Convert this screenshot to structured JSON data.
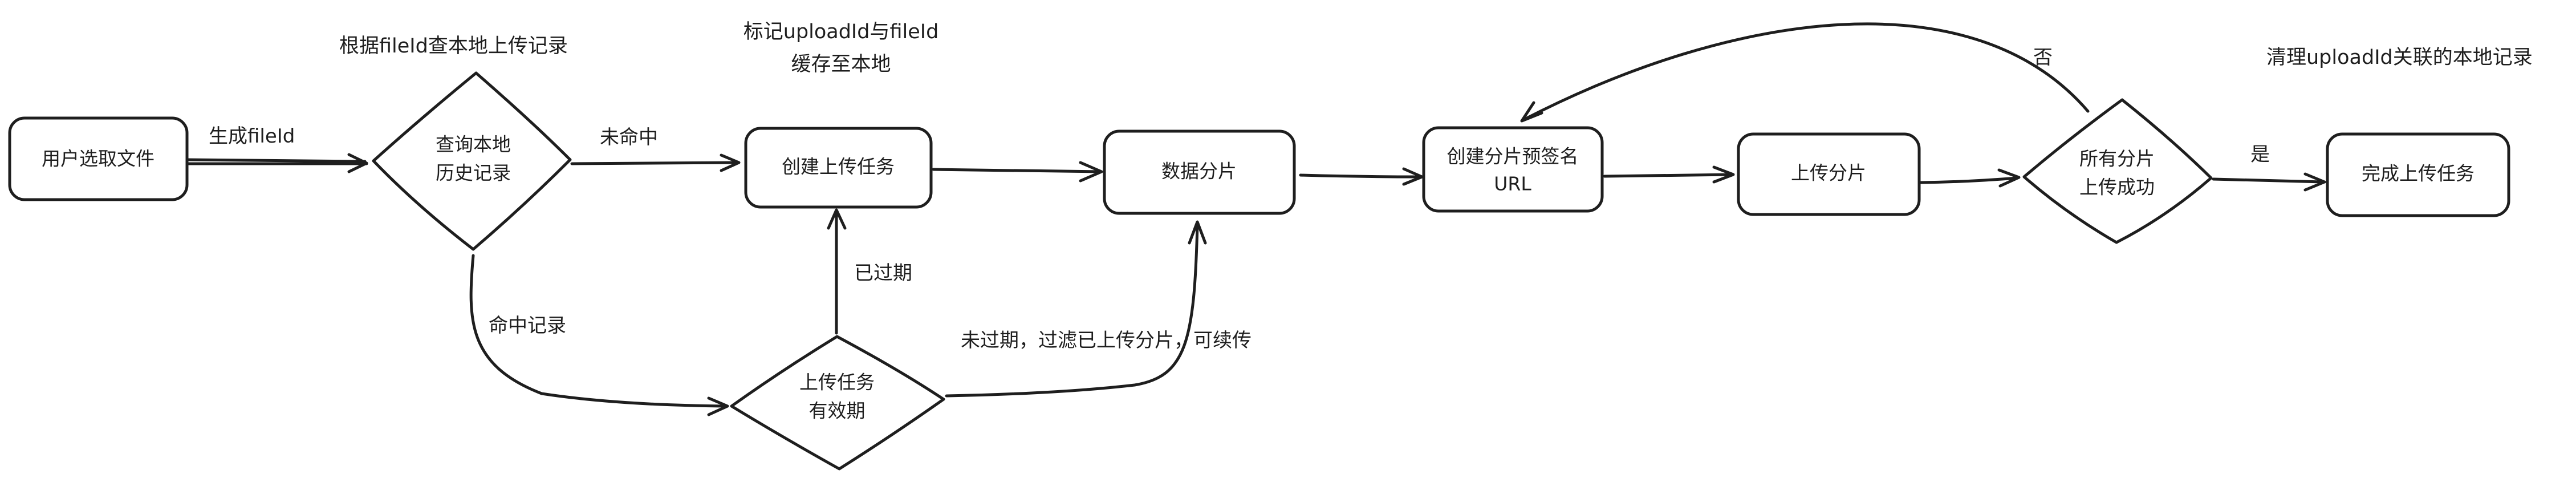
{
  "nodes": {
    "select_file": {
      "lines": [
        "用户选取文件"
      ]
    },
    "query_history": {
      "lines": [
        "查询本地",
        "历史记录"
      ]
    },
    "create_task": {
      "lines": [
        "创建上传任务"
      ]
    },
    "data_chunking": {
      "lines": [
        "数据分片"
      ]
    },
    "presign_url": {
      "lines": [
        "创建分片预签名",
        "URL"
      ]
    },
    "upload_chunks": {
      "lines": [
        "上传分片"
      ]
    },
    "all_uploaded": {
      "lines": [
        "所有分片",
        "上传成功"
      ]
    },
    "complete_task": {
      "lines": [
        "完成上传任务"
      ]
    },
    "task_valid": {
      "lines": [
        "上传任务",
        "有效期"
      ]
    }
  },
  "edge_labels": {
    "generate_file_id": "生成fileId",
    "not_hit": "未命中",
    "hit_record": "命中记录",
    "expired": "已过期",
    "not_expired": "未过期，过滤已上传分片，可续传",
    "no": "否",
    "yes": "是"
  },
  "notes": {
    "lookup_by_file_id": "根据fileId查本地上传记录",
    "mark_upload_id": [
      "标记uploadId与fileId",
      "缓存至本地"
    ],
    "cleanup_records": "清理uploadId关联的本地记录"
  }
}
